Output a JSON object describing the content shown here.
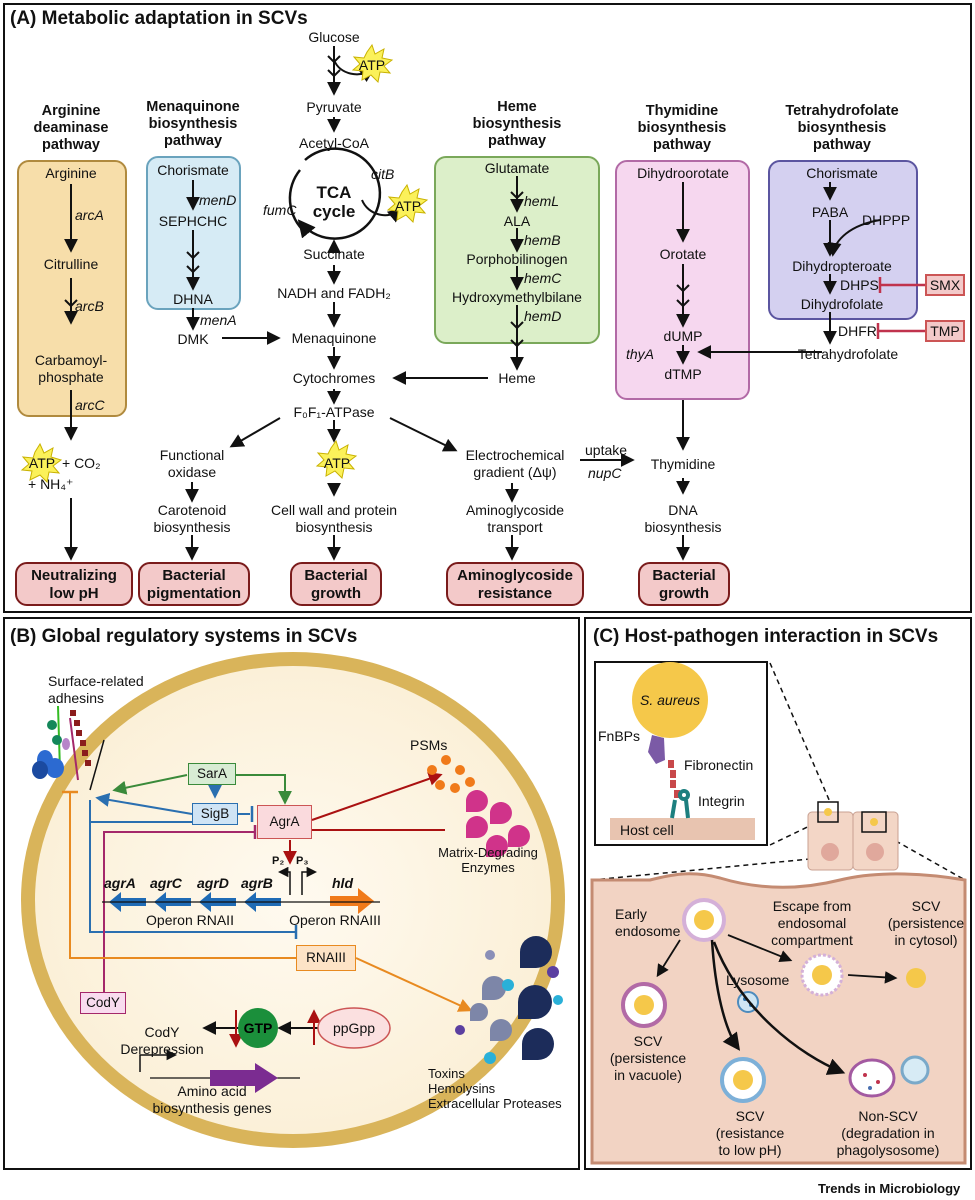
{
  "panel_a": {
    "title": "(A) Metabolic adaptation in SCVs",
    "center": {
      "glucose": "Glucose",
      "atp_1": "ATP",
      "pyruvate": "Pyruvate",
      "acetyl_coa": "Acetyl-CoA",
      "citb": "citB",
      "tca_cycle": "TCA\ncycle",
      "fumc": "fumC",
      "atp_2": "ATP",
      "succinate": "Succinate",
      "nadh": "NADH and FADH₂",
      "menaquinone": "Menaquinone",
      "cytochromes": "Cytochromes",
      "atpase": "F₀F₁-ATPase",
      "functional_oxidase": "Functional\noxidase",
      "carotenoid": "Carotenoid\nbiosynthesis",
      "atp_3": "ATP",
      "cell_wall": "Cell wall and protein\nbiosynthesis",
      "electrochemical": "Electrochemical\ngradient (Δψ)",
      "aminoglycoside_transport": "Aminoglycoside\ntransport",
      "uptake": "uptake",
      "nupc": "nupC",
      "thymidine": "Thymidine",
      "dna": "DNA\nbiosynthesis",
      "heme": "Heme",
      "dmk": "DMK",
      "thya": "thyA",
      "atp_4": "ATP",
      "co2": "+ CO₂",
      "nh4": "+  NH₄⁺"
    },
    "arginine": {
      "header": "Arginine\ndeaminase\npathway",
      "arginine": "Arginine",
      "arca": "arcA",
      "citrulline": "Citrulline",
      "arcb": "arcB",
      "carbamoyl": "Carbamoyl-\nphosphate",
      "arcc": "arcC"
    },
    "menaquinone": {
      "header": "Menaquinone\nbiosynthesis\npathway",
      "chorismate": "Chorismate",
      "mend": "menD",
      "sephchc": "SEPHCHC",
      "dhna": "DHNA",
      "mena": "menA"
    },
    "heme": {
      "header": "Heme\nbiosynthesis\npathway",
      "glutamate": "Glutamate",
      "heml": "hemL",
      "ala": "ALA",
      "hemb": "hemB",
      "porphobilinogen": "Porphobilinogen",
      "hemc": "hemC",
      "hmb": "Hydroxymethylbilane",
      "hemd": "hemD"
    },
    "thymidine": {
      "header": "Thymidine\nbiosynthesis\npathway",
      "dihydroorotate": "Dihydroorotate",
      "orotate": "Orotate",
      "dump": "dUMP",
      "dtmp": "dTMP"
    },
    "thf": {
      "header": "Tetrahydrofolate\nbiosynthesis\npathway",
      "chorismate": "Chorismate",
      "paba": "PABA",
      "dhppp": "DHPPP",
      "dihydropteroate": "Dihydropteroate",
      "dhps": "DHPS",
      "dihydrofolate": "Dihydrofolate",
      "dhfr": "DHFR",
      "thf": "Tetrahydrofolate",
      "smx": "SMX",
      "tmp": "TMP"
    },
    "outcomes": [
      "Neutralizing\nlow pH",
      "Bacterial\npigmentation",
      "Bacterial\ngrowth",
      "Aminoglycoside\nresistance",
      "Bacterial\ngrowth"
    ]
  },
  "panel_b": {
    "title": "(B) Global regulatory systems in SCVs",
    "adhesins": "Surface-related\nadhesins",
    "sara": "SarA",
    "sigb": "SigB",
    "agra": "AgrA",
    "p2": "P₂",
    "p3": "P₃",
    "agr_genes": [
      "agrA",
      "agrC",
      "agrD",
      "agrB"
    ],
    "hld": "hld",
    "operon2": "Operon RNAII",
    "operon3": "Operon RNAIII",
    "rnaiii": "RNAIII",
    "cody": "CodY",
    "gtp": "GTP",
    "ppgpp": "ppGpp",
    "cody_derep": "CodY\nDerepression",
    "aa_genes": "Amino acid\nbiosynthesis genes",
    "psms": "PSMs",
    "mde": "Matrix-Degrading\nEnzymes",
    "toxins": "Toxins\nHemolysins\nExtracellular Proteases"
  },
  "panel_c": {
    "title": "(C) Host-pathogen interaction in SCVs",
    "saureus": "S. aureus",
    "fnbps": "FnBPs",
    "fibronectin": "Fibronectin",
    "integrin": "Integrin",
    "host_cell": "Host cell",
    "early_endosome": "Early\nendosome",
    "escape": "Escape from\nendosomal\ncompartment",
    "scv_cytosol": "SCV\n(persistence\nin cytosol)",
    "lysosome": "Lysosome",
    "scv_vacuole": "SCV\n(persistence\nin vacuole)",
    "scv_lowph": "SCV\n(resistance\nto low pH)",
    "non_scv": "Non-SCV\n(degradation in\nphagolysosome)"
  },
  "footer": "Trends in Microbiology",
  "colors": {
    "arginine": "#f7deaa",
    "menaquinone": "#d6ebf5",
    "heme": "#dcefc9",
    "thymidine": "#f6d7ef",
    "thf": "#d4d0f0",
    "outcome": "#f3c9c9",
    "cell": "#d9b45a"
  }
}
